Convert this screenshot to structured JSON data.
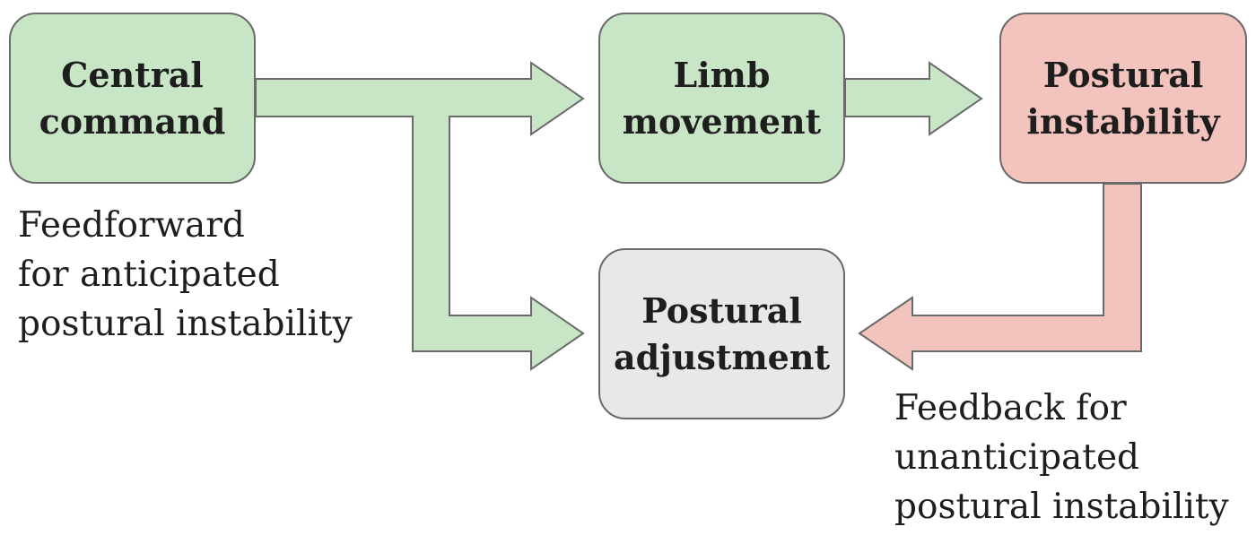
{
  "boxes": {
    "central_command": {
      "line1": "Central",
      "line2": "command"
    },
    "limb_movement": {
      "line1": "Limb",
      "line2": "movement"
    },
    "postural_instability": {
      "line1": "Postural",
      "line2": "instability"
    },
    "postural_adjustment": {
      "line1": "Postural",
      "line2": "adjustment"
    }
  },
  "captions": {
    "feedforward": {
      "line1": "Feedforward",
      "line2": "for anticipated",
      "line3": "postural instability"
    },
    "feedback": {
      "line1": "Feedback for",
      "line2": "unanticipated",
      "line3": "postural instability"
    }
  },
  "colors": {
    "feedforward_fill": "#c8e6c6",
    "feedback_fill": "#f2c4bd",
    "adjustment_fill": "#e8e8e8",
    "outline": "#6a6a6a",
    "text": "#1e1e1e"
  }
}
